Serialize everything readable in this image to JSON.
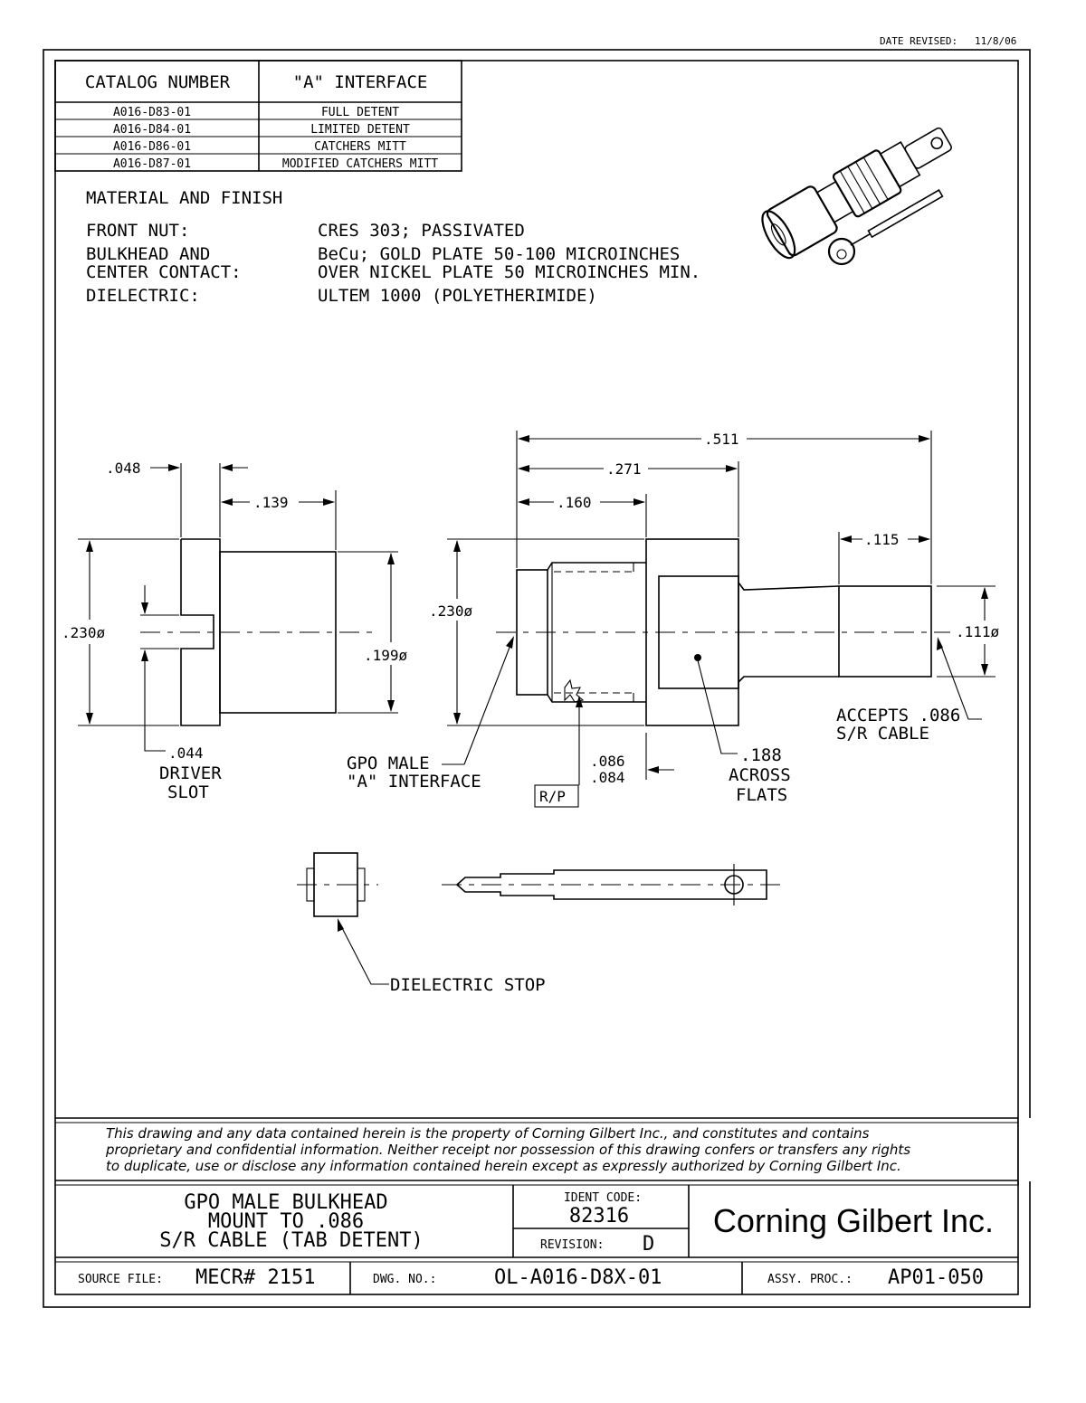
{
  "header": {
    "date_revised_label": "DATE REVISED:",
    "date_revised": "11/8/06"
  },
  "catalog_table": {
    "col1_header": "CATALOG NUMBER",
    "col2_header": "\"A\" INTERFACE",
    "rows": [
      {
        "catalog": "A016-D83-01",
        "interface": "FULL DETENT"
      },
      {
        "catalog": "A016-D84-01",
        "interface": "LIMITED DETENT"
      },
      {
        "catalog": "A016-D86-01",
        "interface": "CATCHERS MITT"
      },
      {
        "catalog": "A016-D87-01",
        "interface": "MODIFIED CATCHERS MITT"
      }
    ]
  },
  "materials": {
    "heading": "MATERIAL AND FINISH",
    "items": [
      {
        "label": "FRONT NUT:",
        "value": "CRES 303; PASSIVATED"
      },
      {
        "label": "BULKHEAD AND",
        "value": "BeCu; GOLD PLATE 50-100 MICROINCHES"
      },
      {
        "label": "CENTER CONTACT:",
        "value": "OVER NICKEL PLATE 50 MICROINCHES MIN."
      },
      {
        "label": "DIELECTRIC:",
        "value": "ULTEM 1000 (POLYETHERIMIDE)"
      }
    ]
  },
  "dimensions": {
    "nut_048": ".048",
    "nut_139": ".139",
    "nut_230": ".230ø",
    "nut_199": ".199ø",
    "nut_044": ".044",
    "driver": "DRIVER",
    "slot": "SLOT",
    "body_511": ".511",
    "body_271": ".271",
    "body_160": ".160",
    "body_115": ".115",
    "body_230": ".230ø",
    "body_111": ".111ø",
    "body_086": ".086",
    "body_084": ".084",
    "body_188": ".188",
    "across": "ACROSS",
    "flats": "FLATS",
    "rp": "R/P",
    "gpo_male": "GPO MALE",
    "a_interface": "\"A\" INTERFACE",
    "accepts": "ACCEPTS .086",
    "sr_cable": "S/R CABLE",
    "dielectric_stop": "DIELECTRIC STOP"
  },
  "legal": {
    "line1": "This drawing and any data contained herein is the property of Corning Gilbert Inc., and constitutes and contains",
    "line2": "proprietary and confidential information. Neither receipt nor possession of this drawing confers or transfers any rights",
    "line3": "to duplicate, use or disclose any information contained herein except as expressly authorized by Corning Gilbert Inc."
  },
  "title_block": {
    "title1": "GPO MALE BULKHEAD",
    "title2": "MOUNT TO .086",
    "title3": "S/R CABLE (TAB DETENT)",
    "ident_label": "IDENT CODE:",
    "ident_code": "82316",
    "revision_label": "REVISION:",
    "revision": "D",
    "company": "Corning Gilbert Inc.",
    "source_label": "SOURCE FILE:",
    "source_file": "MECR# 2151",
    "dwg_label": "DWG. NO.:",
    "dwg_no": "OL-A016-D8X-01",
    "assy_label": "ASSY. PROC.:",
    "assy_proc": "AP01-050"
  }
}
